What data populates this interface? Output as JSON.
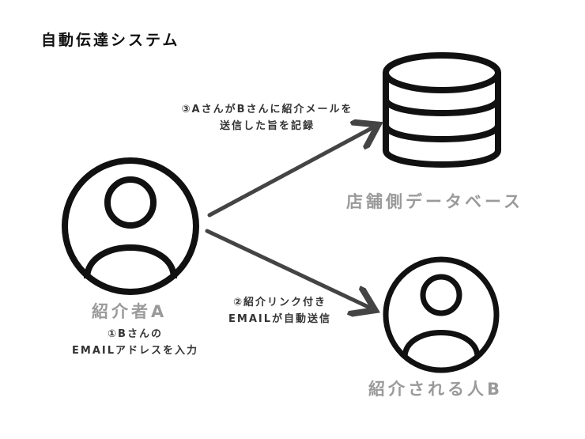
{
  "title": "自動伝達システム",
  "nodes": {
    "referrer": {
      "label": "紹介者A"
    },
    "database": {
      "label": "店舗側データベース"
    },
    "referee": {
      "label": "紹介される人B"
    }
  },
  "steps": {
    "step1": {
      "line1": "①Bさんの",
      "line2": "EMAILアドレスを入力"
    },
    "step2": {
      "line1": "②紹介リンク付き",
      "line2": "EMAILが自動送信"
    },
    "step3": {
      "line1": "③AさんがBさんに紹介メールを",
      "line2": "送信した旨を記録"
    }
  },
  "colors": {
    "icon": "#111111",
    "arrow": "#444444",
    "label": "#9a9a9a"
  }
}
